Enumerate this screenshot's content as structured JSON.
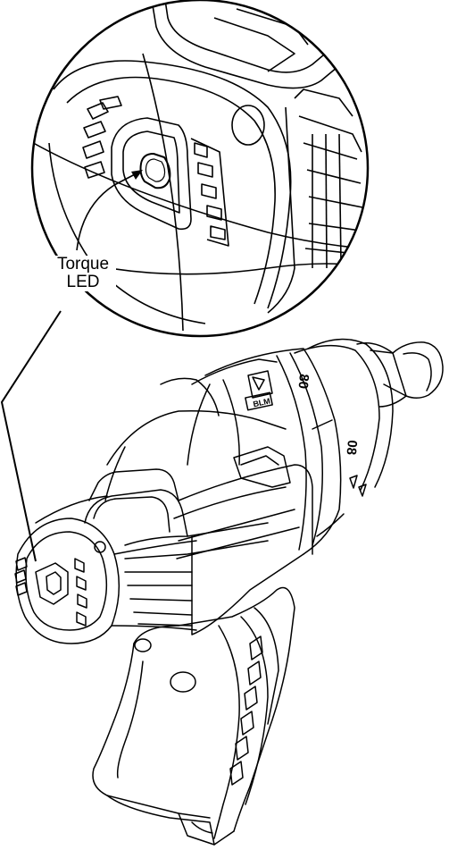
{
  "callout": {
    "label_line1": "Torque",
    "label_line2": "LED"
  },
  "markings": {
    "speed_1": "80",
    "speed_2": "08",
    "brand_badge": "BLM"
  },
  "colors": {
    "line": "#000000",
    "background": "#ffffff"
  }
}
